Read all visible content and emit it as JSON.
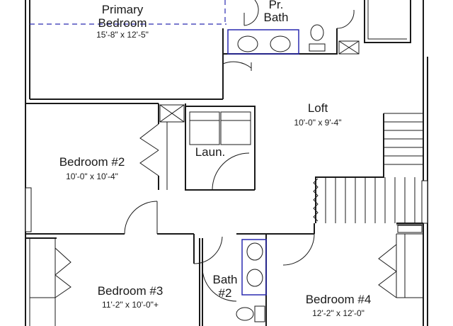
{
  "rooms": {
    "primary_bedroom": {
      "name_line1": "Primary",
      "name_line2": "Bedroom",
      "dims": "15'-8\" x 12'-5\""
    },
    "primary_bath": {
      "name_line1": "Pr.",
      "name_line2": "Bath"
    },
    "loft": {
      "name": "Loft",
      "dims": "10'-0\" x 9'-4\""
    },
    "bedroom2": {
      "name": "Bedroom #2",
      "dims": "10'-0\" x 10'-4\""
    },
    "laundry": {
      "name": "Laun."
    },
    "bedroom3": {
      "name": "Bedroom #3",
      "dims": "11'-2\" x 10'-0\"+"
    },
    "bath2": {
      "name_line1": "Bath",
      "name_line2": "#2"
    },
    "bedroom4": {
      "name": "Bedroom #4",
      "dims": "12'-2\" x 12'-0\""
    }
  },
  "colors": {
    "walls": "#1a1a1a",
    "fixtures": "#2a2ab0",
    "background": "#ffffff"
  }
}
